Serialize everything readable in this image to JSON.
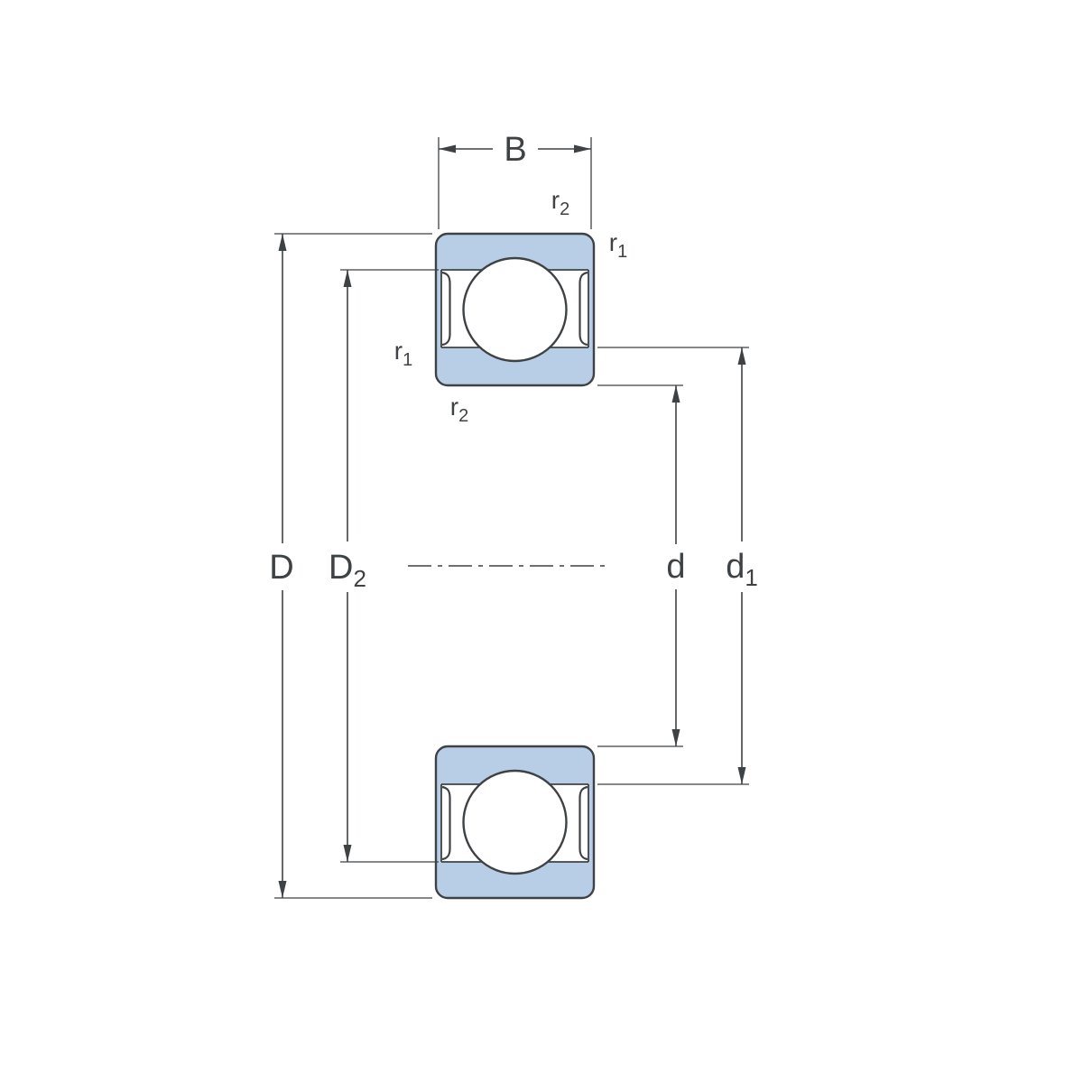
{
  "colors": {
    "ring_fill": "#b8cde6",
    "line": "#3f4245",
    "text": "#3f4245",
    "ball_fill": "#ffffff",
    "background": "#ffffff"
  },
  "labels": {
    "B": "B",
    "D": "D",
    "D2": {
      "main": "D",
      "sub": "2"
    },
    "d": "d",
    "d1": {
      "main": "d",
      "sub": "1"
    },
    "r2_top": {
      "main": "r",
      "sub": "2"
    },
    "r1_top_right": {
      "main": "r",
      "sub": "1"
    },
    "r1_left": {
      "main": "r",
      "sub": "1"
    },
    "r2_bottom_left": {
      "main": "r",
      "sub": "2"
    }
  }
}
